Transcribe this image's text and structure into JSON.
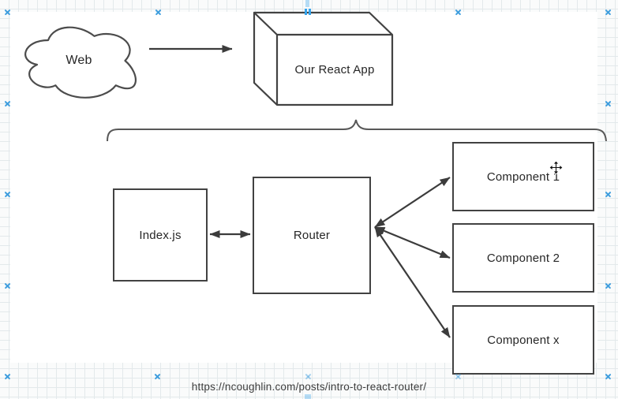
{
  "colors": {
    "node_stroke": "#424242",
    "edge_stroke": "#3c3c3c",
    "brace_stroke": "#585858",
    "handle_blue": "#3f9ede",
    "grid_line": "#e3e9eb",
    "canvas_bg": "#ffffff",
    "label_text": "#262626"
  },
  "diagram": {
    "nodes": {
      "web": {
        "label": "Web",
        "shape": "cloud"
      },
      "react_app": {
        "label": "Our React App",
        "shape": "cube"
      },
      "index_js": {
        "label": "Index.js",
        "shape": "rectangle"
      },
      "router": {
        "label": "Router",
        "shape": "rectangle"
      },
      "component_1": {
        "label": "Component 1",
        "shape": "rectangle"
      },
      "component_2": {
        "label": "Component 2",
        "shape": "rectangle"
      },
      "component_x": {
        "label": "Component x",
        "shape": "rectangle"
      }
    },
    "edges": [
      {
        "from": "web",
        "to": "react_app",
        "type": "single-arrow"
      },
      {
        "from": "index_js",
        "to": "router",
        "type": "double-arrow"
      },
      {
        "from": "router",
        "to": "component_1",
        "type": "double-arrow"
      },
      {
        "from": "router",
        "to": "component_2",
        "type": "double-arrow"
      },
      {
        "from": "router",
        "to": "component_x",
        "type": "double-arrow"
      },
      {
        "from": "react_app",
        "to": "index_js router components",
        "type": "curly-brace"
      }
    ]
  },
  "caption": {
    "url": "https://ncoughlin.com/posts/intro-to-react-router/"
  },
  "cursor": {
    "type": "move"
  }
}
